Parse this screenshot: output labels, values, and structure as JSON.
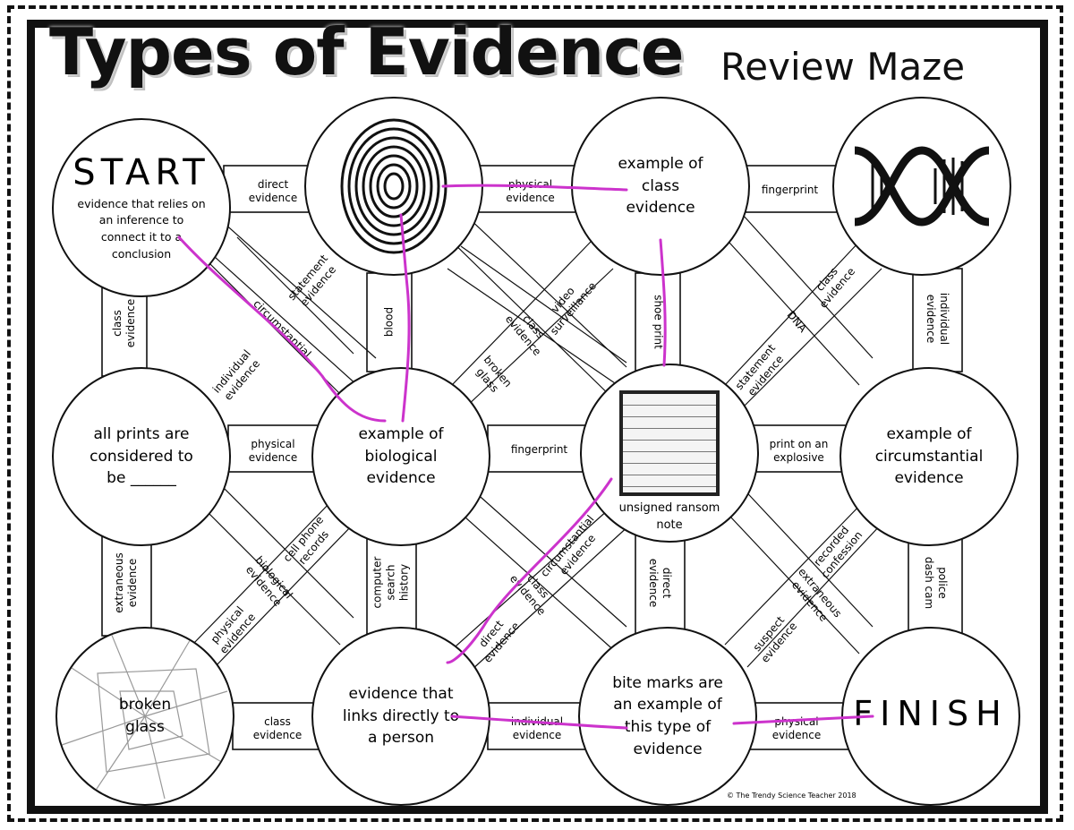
{
  "title": {
    "main": "Types of Evidence",
    "sub": "Review Maze"
  },
  "nodes": {
    "start": {
      "heading": "START",
      "text": "evidence that relies on an inference to connect it to a conclusion"
    },
    "fingerprint": {
      "icon": "fingerprint-image"
    },
    "class_example": {
      "text": "example of class evidence"
    },
    "dna": {
      "icon": "dna-helix-image"
    },
    "all_prints": {
      "text": "all prints are considered to be ______"
    },
    "biological": {
      "text": "example of biological evidence"
    },
    "ransom": {
      "icon": "handwritten-note-image",
      "text": "unsigned ransom note"
    },
    "circumstantial": {
      "text": "example of circumstantial evidence"
    },
    "broken_glass": {
      "text": "broken glass"
    },
    "links_person": {
      "text": "evidence that links directly to a person"
    },
    "bite_marks": {
      "text": "bite marks are an example of this type of evidence"
    },
    "finish": {
      "heading": "FINISH"
    }
  },
  "paths": {
    "start_fingerprint": "direct\nevidence",
    "fingerprint_class": "physical\nevidence",
    "class_dna": "fingerprint",
    "allprints_biological": "physical\nevidence",
    "biological_ransom": "fingerprint",
    "ransom_circumstantial": "print on an\nexplosive",
    "glass_links": "class\nevidence",
    "links_bite": "individual\nevidence",
    "bite_finish": "physical\nevidence",
    "start_allprints": "class\nevidence",
    "fingerprint_biological": "blood",
    "class_ransom": "shoe print",
    "dna_circumstantial": "individual\nevidence",
    "allprints_glass": "extraneous\nevidence",
    "biological_links": "computer\nsearch\nhistory",
    "ransom_bite": "direct\nevidence",
    "circumstantial_finish": "police\ndash cam",
    "d1": "statement\nevidence",
    "d2": "circumstantial",
    "d3": "individual\nevidence",
    "d4": "video\nsurveillance",
    "d5": "class\nevidence",
    "d6": "broken\nglass",
    "d7": "class\nevidence",
    "d8": "DNA",
    "d9": "statement\nevidence",
    "d10": "cell phone\nrecords",
    "d11": "biological\nevidence",
    "d12": "physical\nevidence",
    "d13": "circumstantial\nevidence",
    "d14": "class\nevidence",
    "d15": "direct\nevidence",
    "d16": "recorded\nconfession",
    "d17": "extraneous\nevidence",
    "d18": "suspect\nevidence"
  },
  "credit": "© The Trendy Science Teacher 2018",
  "colors": {
    "answer_line": "#cc33cc",
    "ink": "#111111"
  }
}
